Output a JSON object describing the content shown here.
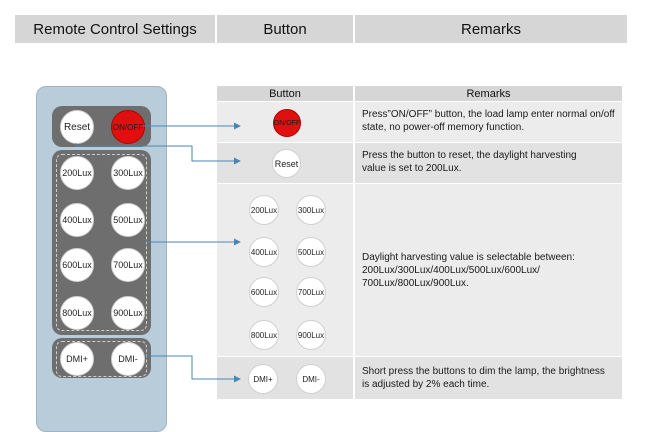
{
  "top_header": {
    "col1": "Remote Control Settings",
    "col2": "Button",
    "col3": "Remarks"
  },
  "remote": {
    "reset": "Reset",
    "onoff": "ON/OFF",
    "lux": [
      "200Lux",
      "300Lux",
      "400Lux",
      "500Lux",
      "600Lux",
      "700Lux",
      "800Lux",
      "900Lux"
    ],
    "dmi_plus": "DMI+",
    "dmi_minus": "DMI-"
  },
  "table": {
    "head_button": "Button",
    "head_remarks": "Remarks",
    "rows": [
      {
        "buttons": [
          "ON/OFF"
        ],
        "remark": "Press”ON/OFF” button, the load lamp enter normal on/off state, no power-off memory function."
      },
      {
        "buttons": [
          "Reset"
        ],
        "remark": "Press the button to reset, the daylight harvesting value is set to 200Lux."
      },
      {
        "buttons": [
          "200Lux",
          "300Lux",
          "400Lux",
          "500Lux",
          "600Lux",
          "700Lux",
          "800Lux",
          "900Lux"
        ],
        "remark": "Daylight harvesting value is selectable between: 200Lux/300Lux/400Lux/500Lux/600Lux/ 700Lux/800Lux/900Lux."
      },
      {
        "buttons": [
          "DMI+",
          "DMI-"
        ],
        "remark": "Short press the buttons to dim the lamp, the brightness is adjusted by 2% each time."
      }
    ]
  },
  "colors": {
    "header_bg": "#d6d6d6",
    "remote_bg": "#b8ccd9",
    "panel_bg": "#6e6e6e",
    "red": "#e01010",
    "arrow": "#4a86b4"
  }
}
